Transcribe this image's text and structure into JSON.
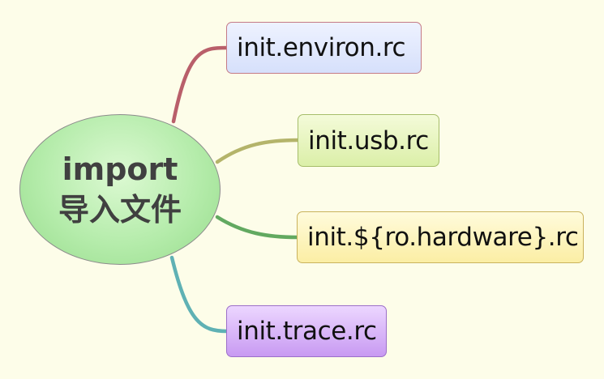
{
  "central_topic": {
    "line1": "import",
    "line2": "导入文件"
  },
  "subtopics": [
    {
      "label": "init.environ.rc",
      "connector_color": "#b95f6a"
    },
    {
      "label": "init.usb.rc",
      "connector_color": "#b4b46a"
    },
    {
      "label": "init.${ro.hardware}.rc",
      "connector_color": "#62a960"
    },
    {
      "label": "init.trace.rc",
      "connector_color": "#5fb1b4"
    }
  ],
  "colors": {
    "background": "#fdfde9",
    "central_fill": "#b5ecab"
  }
}
